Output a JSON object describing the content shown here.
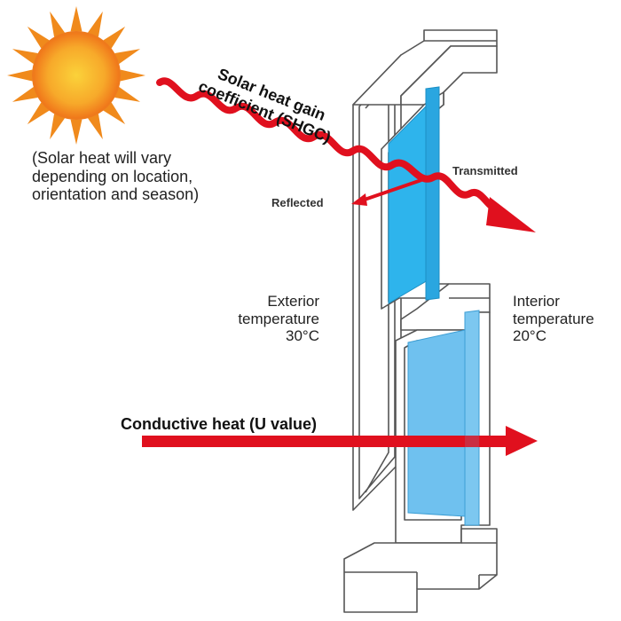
{
  "diagram": {
    "solar_note_lines": [
      "(Solar heat will vary",
      "depending on location,",
      "orientation and season)"
    ],
    "shgc_lines": [
      "Solar heat gain",
      "coefficient (SHGC)"
    ],
    "reflected_label": "Reflected",
    "transmitted_label": "Transmitted",
    "exterior_lines": [
      "Exterior",
      "temperature",
      "30°C"
    ],
    "interior_lines": [
      "Interior",
      "temperature",
      "20°C"
    ],
    "conductive_label": "Conductive heat (U value)"
  },
  "colors": {
    "sun_ray": "#f08a1c",
    "sun_core": "#f7b42c",
    "sun_edge": "#f27a1a",
    "arrow_red": "#e0101e",
    "glass_blue": "#2eb4ec",
    "glass_light": "#7cc7f0",
    "frame_stroke": "#555555"
  }
}
